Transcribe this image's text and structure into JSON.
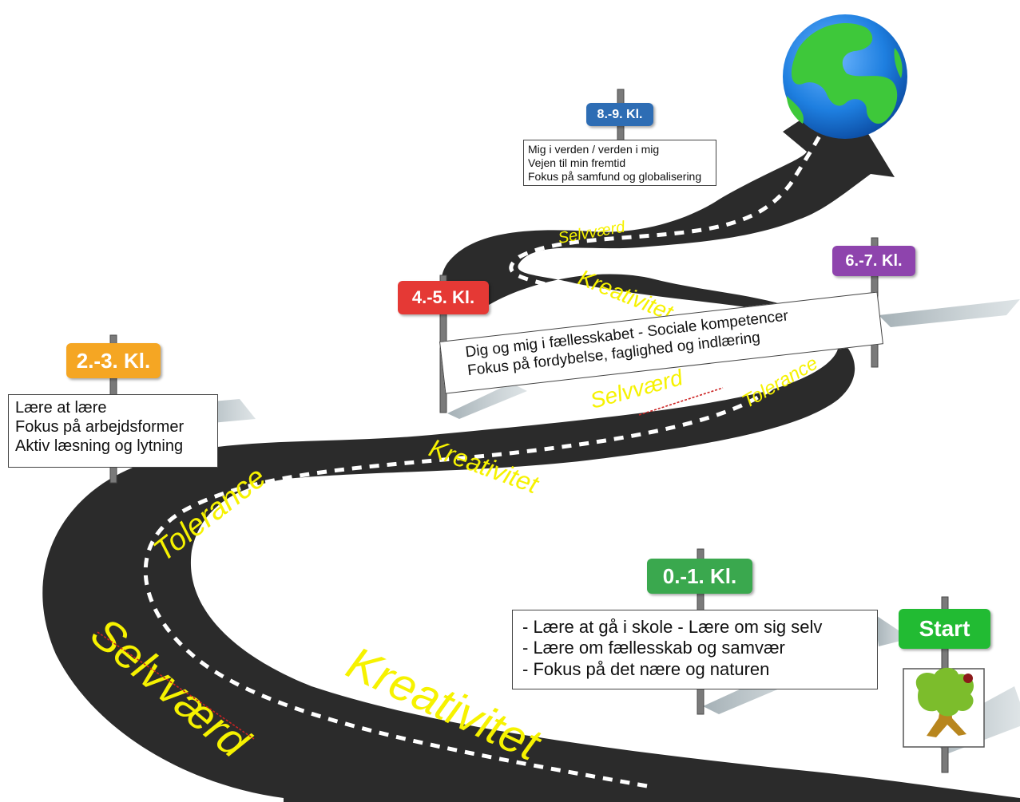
{
  "signs": {
    "start": {
      "label": "Start",
      "color": "#22bb33"
    },
    "grade_0_1": {
      "label": "0.-1. Kl.",
      "color": "#3aa84e"
    },
    "grade_2_3": {
      "label": "2.-3. Kl.",
      "color": "#f5a623"
    },
    "grade_4_5": {
      "label": "4.-5. Kl.",
      "color": "#e53935"
    },
    "grade_6_7": {
      "label": "6.-7. Kl.",
      "color": "#8e44ad"
    },
    "grade_8_9": {
      "label": "8.-9. Kl.",
      "color": "#2e6db4"
    }
  },
  "boxes": {
    "grade_0_1": [
      "- Lære at gå i skole - Lære om sig selv",
      "- Lære om fællesskab og samvær",
      "- Fokus på det nære og naturen"
    ],
    "grade_2_3": [
      "Lære at lære",
      "Fokus på arbejdsformer",
      "Aktiv læsning og lytning"
    ],
    "grade_4_7": [
      "Dig og mig i fællesskabet - Sociale kompetencer",
      "Fokus på fordybelse, faglighed og indlæring"
    ],
    "grade_8_9": [
      "Mig i verden / verden i mig",
      "Vejen til min fremtid",
      "Fokus på samfund og globalisering"
    ]
  },
  "road_words": {
    "w1": "Selvværd",
    "w2": "Kreativitet",
    "w3": "Tolerance",
    "w4": "Kreativitet",
    "w5": "Selvværd",
    "w6": "Tolerance",
    "w7": "Kreativitet",
    "w8": "Selvværd"
  },
  "icons": {
    "globe": "globe-icon",
    "tree": "tree-icon"
  },
  "colors": {
    "road": "#2b2b2b",
    "road_text": "#f6f200",
    "ocean": "#1e7fe0",
    "land": "#3ec83a"
  }
}
